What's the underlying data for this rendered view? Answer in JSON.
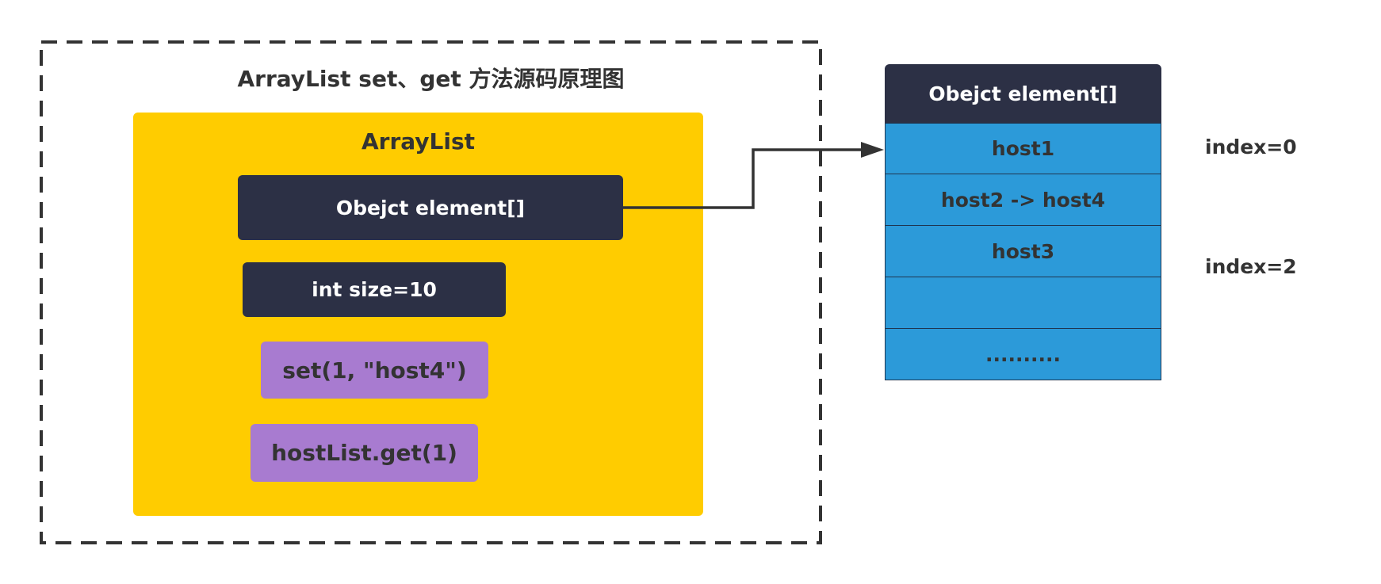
{
  "title": "ArrayList set、get 方法源码原理图",
  "arraylist": {
    "label": "ArrayList",
    "element_field": "Obejct element[]",
    "size_field": "int size=10",
    "set_call": "set(1, \"host4\")",
    "get_call": "hostList.get(1)"
  },
  "element_array": {
    "header": "Obejct element[]",
    "cells": [
      "host1",
      "host2 -> host4",
      "host3",
      "",
      ".........."
    ]
  },
  "index_labels": [
    "index=0",
    "index=2"
  ],
  "colors": {
    "dark": "#2c3045",
    "yellow": "#ffcc00",
    "purple": "#a87bd0",
    "blue": "#2c9ad9"
  }
}
